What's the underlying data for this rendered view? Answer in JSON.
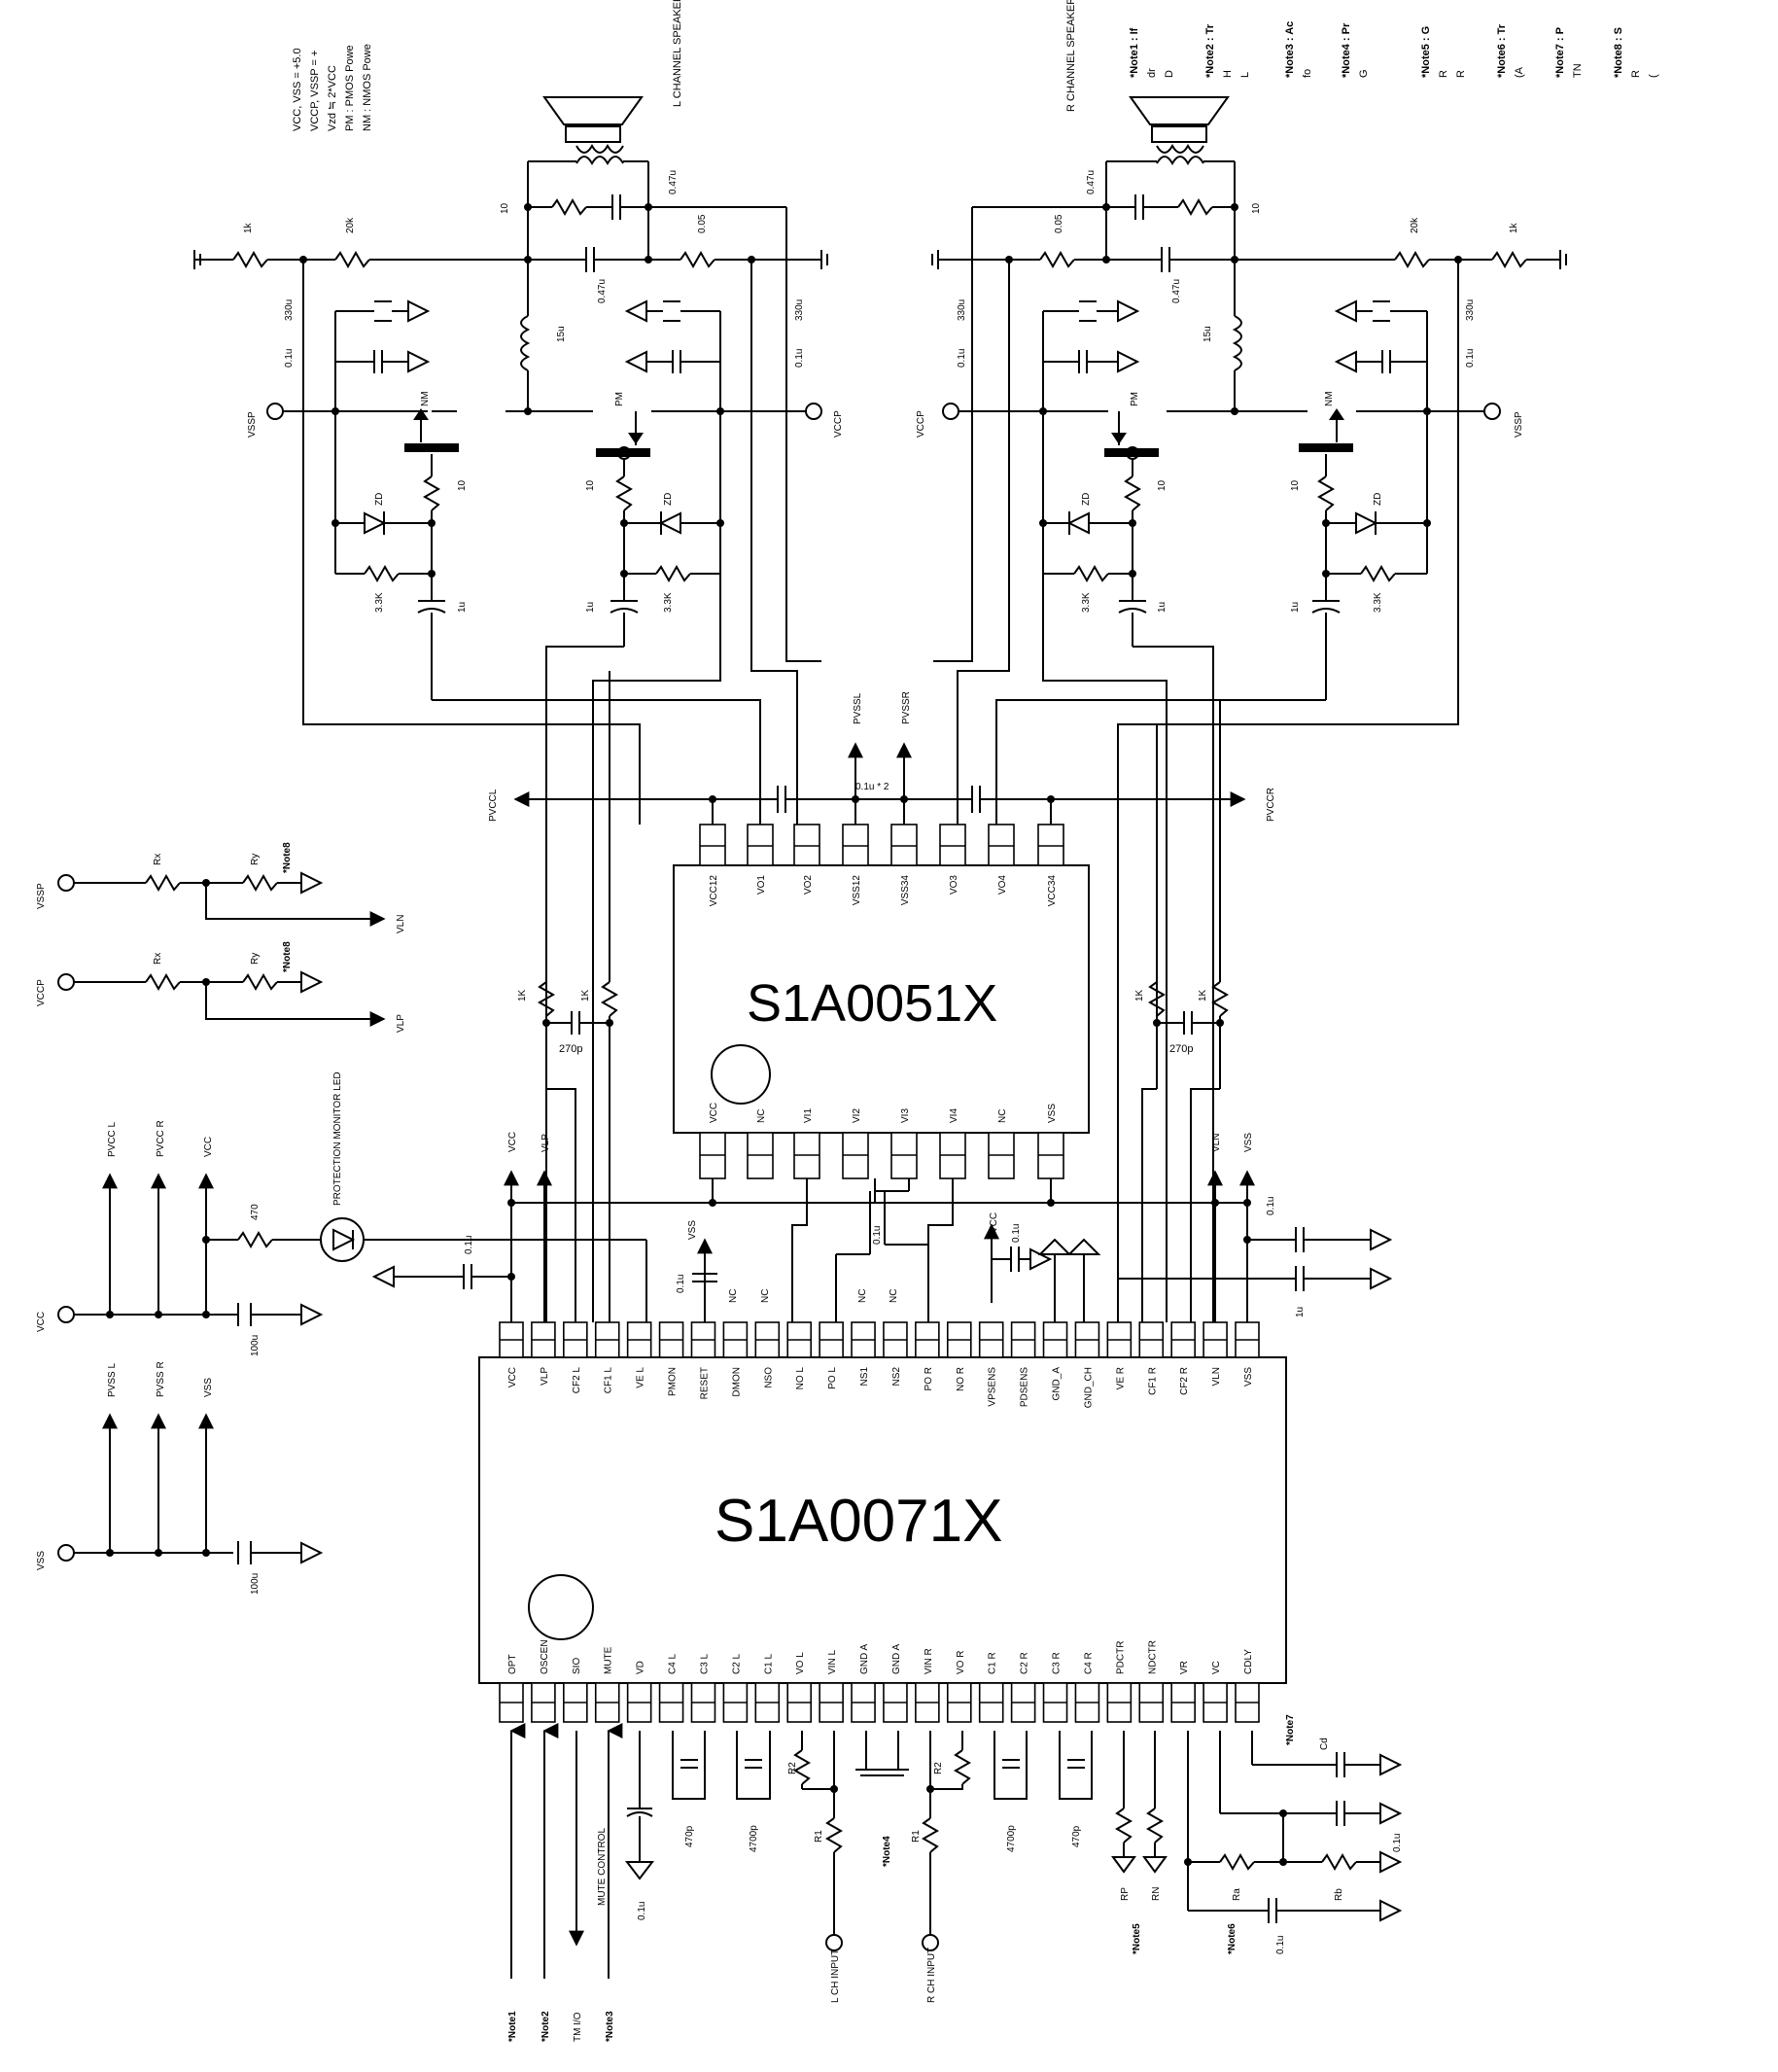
{
  "notes_header": [
    "VCC, VSS = +5.0",
    "VCCP, VSSP = +",
    "Vzd ≒ 2*VCC",
    "PM : PMOS Powe",
    "NM : NMOS Powe"
  ],
  "notes_right": [
    "*Note1 : If",
    "dr",
    "D",
    "*Note2 : Tr",
    "H",
    "L",
    "*Note3 : Ac",
    "fo",
    "*Note4 : Pr",
    "G",
    "*Note5 : G",
    "R",
    "R",
    "*Note6 : Tr",
    "(A",
    "*Note7 : P",
    "TN",
    "*Note8 : S",
    "R",
    "("
  ],
  "chip1": {
    "name": "S1A0051X",
    "top_pins": [
      "VCC12",
      "VO1",
      "VO2",
      "VSS12",
      "VSS34",
      "VO3",
      "VO4",
      "VCC34"
    ],
    "bottom_pins": [
      "VCC",
      "NC",
      "VI1",
      "VI2",
      "VI3",
      "VI4",
      "NC",
      "VSS"
    ]
  },
  "chip2": {
    "name": "S1A0071X",
    "top_pins": [
      "VCC",
      "VLP",
      "CF2 L",
      "CF1 L",
      "VE L",
      "PMON",
      "RESET",
      "DMON",
      "NSO",
      "NO L",
      "PO L",
      "NS1",
      "NS2",
      "PO R",
      "NO R",
      "VPSENS",
      "PDSENS",
      "GND_A",
      "GND_CH",
      "VE R",
      "CF1 R",
      "CF2 R",
      "VLN",
      "VSS"
    ],
    "bottom_pins": [
      "OPT",
      "OSCEN",
      "SIO",
      "MUTE",
      "VD",
      "C4 L",
      "C3 L",
      "C2 L",
      "C1 L",
      "VO L",
      "VIN L",
      "GND A",
      "GND A",
      "VIN R",
      "VO R",
      "C1 R",
      "C2 R",
      "C3 R",
      "C4 R",
      "PDCTR",
      "NDCTR",
      "VR",
      "VC",
      "CDLY"
    ]
  },
  "left_channel": {
    "speaker": "L CHANNEL SPEAKER",
    "parts": [
      "1k",
      "20k",
      "10",
      "0.47u",
      "0.05",
      "0.47u",
      "330u",
      "0.1u",
      "15u",
      "330u",
      "0.1u",
      "NM",
      "PM",
      "10",
      "10",
      "ZD",
      "ZD",
      "3.3K",
      "3.3K",
      "1u",
      "1u"
    ],
    "supply_left": "VSSP",
    "supply_right": "VCCP"
  },
  "right_channel": {
    "speaker": "R CHANNEL SPEAKER",
    "parts": [
      "0.05",
      "0.47u",
      "10",
      "0.47u",
      "20k",
      "1k",
      "330u",
      "0.1u",
      "15u",
      "330u",
      "0.1u",
      "PM",
      "NM",
      "10",
      "10",
      "ZD",
      "ZD",
      "3.3K",
      "3.3K",
      "1u",
      "1u"
    ],
    "supply_left": "VCCP",
    "supply_right": "VSSP"
  },
  "power_nets": {
    "pvssl": "PVSSL",
    "pvssr": "PVSSR",
    "pvccl": "PVCCL",
    "pvccr": "PVCCR",
    "coupling_cap": "0.1u * 2"
  },
  "bias": {
    "rows": [
      {
        "supply": "VSSP",
        "rx": "Rx",
        "ry": "Ry",
        "note": "*Note8",
        "out": "VLN"
      },
      {
        "supply": "VCCP",
        "rx": "Rx",
        "ry": "Ry",
        "note": "*Note8",
        "out": "VLP"
      }
    ]
  },
  "feedback": {
    "left": [
      "1K",
      "1K",
      "270p"
    ],
    "right": [
      "1K",
      "1K",
      "270p"
    ]
  },
  "left_supply": {
    "vcc_labels": [
      "PVCC L",
      "PVCC R",
      "VCC"
    ],
    "vcc": "VCC",
    "r470": "470",
    "led": "PROTECTION MONITOR LED",
    "c100u": "100u",
    "vss_labels": [
      "PVSS L",
      "PVSS R",
      "VSS"
    ],
    "vss": "VSS",
    "c100u_2": "100u"
  },
  "mid_labels": {
    "vcc": "VCC",
    "vlp": "VLP",
    "vln": "VLN",
    "vss": "VSS",
    "vss_small": "VSS",
    "vcc_small": "VCC",
    "c01": [
      "0.1u",
      "0.1u",
      "0.1u",
      "0.1u",
      "0.1u",
      "1u"
    ],
    "nc": [
      "NC",
      "NC",
      "NC",
      "NC"
    ]
  },
  "bottom": {
    "notes": [
      "*Note1",
      "*Note2",
      "TM I/O",
      "*Note3"
    ],
    "mute": "MUTE CONTROL",
    "c_vd": "0.1u",
    "caps_l": [
      "470p",
      "4700p"
    ],
    "caps_r": [
      "4700p",
      "470p"
    ],
    "r2": [
      "R2",
      "R2"
    ],
    "r1": [
      "R1",
      "R1"
    ],
    "note4": "*Note4",
    "l_input": "L CH INPUT",
    "r_input": "R CH INPUT",
    "rp": "RP",
    "rn": "RN",
    "note5": "*Note5",
    "note6": "*Note6",
    "note7": "*Note7",
    "ra": "Ra",
    "rb": "Rb",
    "cd": "Cd",
    "c_vc": "0.1u",
    "c_vr": "0.1u"
  }
}
